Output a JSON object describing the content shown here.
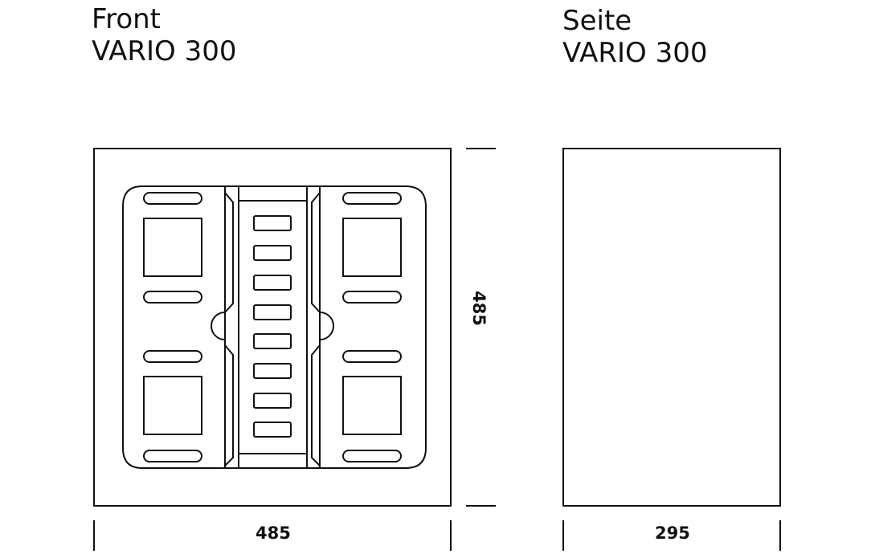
{
  "front_view": {
    "title_line1": "Front",
    "title_line2": "VARIO 300",
    "width_label": "485",
    "height_label": "485"
  },
  "side_view": {
    "title_line1": "Seite",
    "title_line2": "VARIO 300",
    "width_label": "295"
  },
  "colors": {
    "stroke": "#111111",
    "background": "#ffffff"
  }
}
